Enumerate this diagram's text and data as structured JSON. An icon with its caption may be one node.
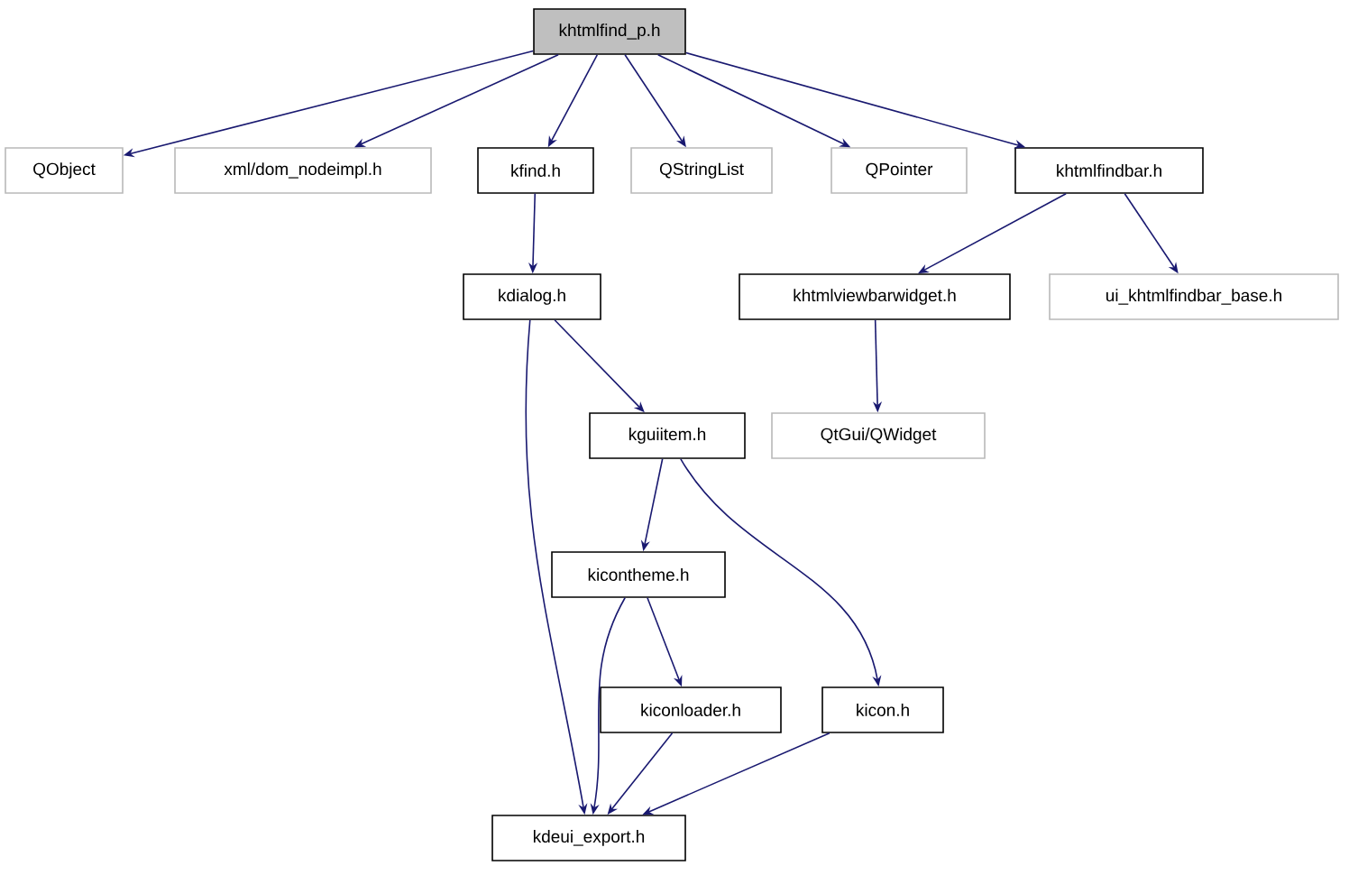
{
  "diagram": {
    "nodes": [
      {
        "text": [
          "khtmlfind_p.h"
        ]
      },
      {
        "text": [
          "QObject"
        ]
      },
      {
        "text": [
          "xml/dom_nodeimpl.h"
        ]
      },
      {
        "text": [
          "kfind.h"
        ]
      },
      {
        "text": [
          "QStringList"
        ]
      },
      {
        "text": [
          "QPointer"
        ]
      },
      {
        "text": [
          "khtmlfindbar.h"
        ]
      },
      {
        "text": [
          "kdialog.h"
        ]
      },
      {
        "text": [
          "khtmlviewbarwidget.h"
        ]
      },
      {
        "text": [
          "ui_khtmlfindbar_base.h"
        ]
      },
      {
        "text": [
          "kguiitem.h"
        ]
      },
      {
        "text": [
          "QtGui/QWidget"
        ]
      },
      {
        "text": [
          "kicontheme.h"
        ]
      },
      {
        "text": [
          "kiconloader.h"
        ]
      },
      {
        "text": [
          "kicon.h"
        ]
      },
      {
        "text": [
          "kdeui_export.h"
        ]
      }
    ],
    "edges": [
      {
        "from": 0,
        "to": 1,
        "arrow": "to"
      },
      {
        "from": 0,
        "to": 2,
        "arrow": "to"
      },
      {
        "from": 0,
        "to": 3,
        "arrow": "to"
      },
      {
        "from": 0,
        "to": 4,
        "arrow": "to"
      },
      {
        "from": 0,
        "to": 5,
        "arrow": "to"
      },
      {
        "from": 0,
        "to": 6,
        "arrow": "to"
      },
      {
        "from": 3,
        "to": 7,
        "arrow": "to"
      },
      {
        "from": 6,
        "to": 8,
        "arrow": "to"
      },
      {
        "from": 6,
        "to": 9,
        "arrow": "to"
      },
      {
        "from": 7,
        "to": 10,
        "arrow": "to"
      },
      {
        "from": 7,
        "to": 15,
        "arrow": "to"
      },
      {
        "from": 8,
        "to": 11,
        "arrow": "to"
      },
      {
        "from": 10,
        "to": 12,
        "arrow": "to"
      },
      {
        "from": 10,
        "to": 14,
        "arrow": "to"
      },
      {
        "from": 12,
        "to": 13,
        "arrow": "to"
      },
      {
        "from": 12,
        "to": 15,
        "arrow": "to"
      },
      {
        "from": 13,
        "to": 15,
        "arrow": "to"
      },
      {
        "from": 14,
        "to": 15,
        "arrow": "to"
      }
    ]
  }
}
